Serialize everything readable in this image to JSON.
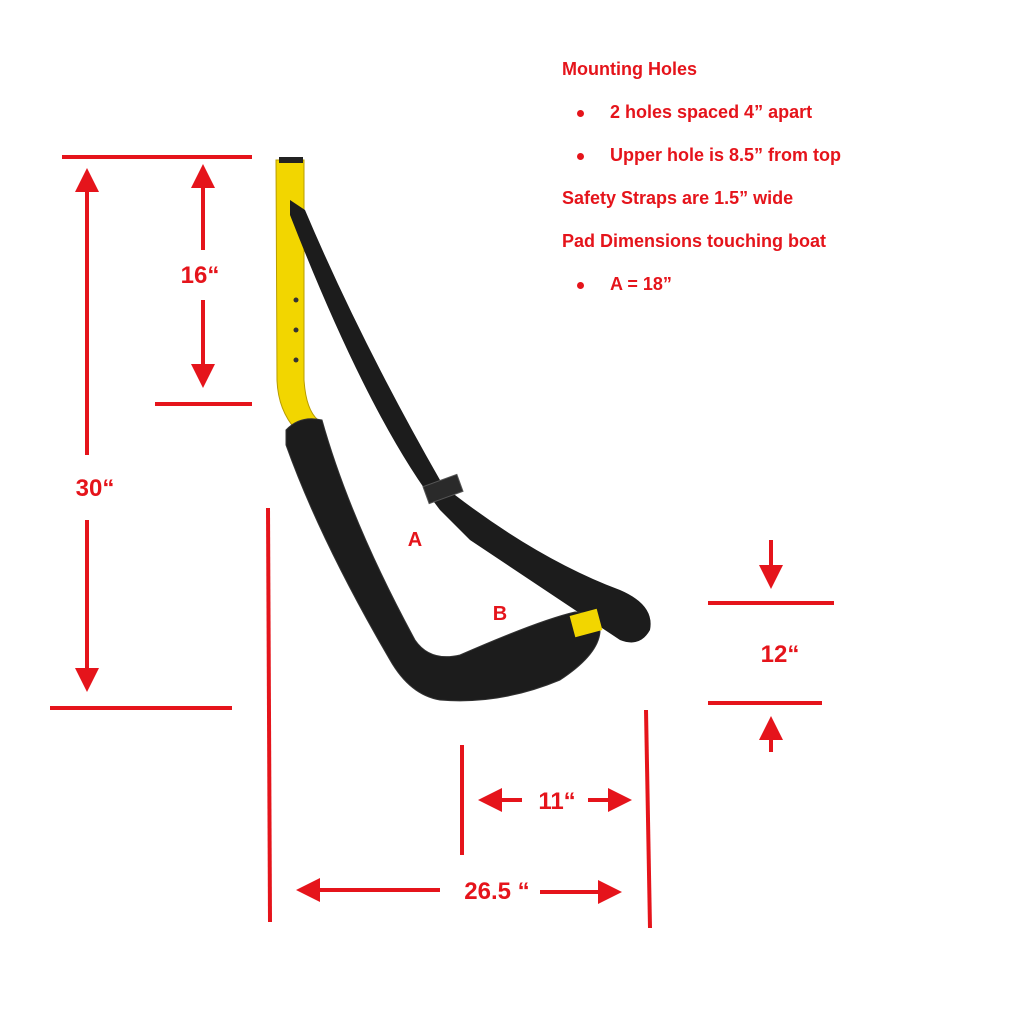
{
  "notes": {
    "heading": "Mounting Holes",
    "bullets1": [
      "2 holes spaced 4” apart",
      "Upper hole is 8.5” from top"
    ],
    "strap": "Safety Straps are 1.5” wide",
    "pad_heading": "Pad Dimensions touching boat",
    "bullets2": [
      "A = 18”"
    ]
  },
  "dimensions": {
    "top_height": "16“",
    "total_height": "30“",
    "arm_height": "12“",
    "arm_depth": "11“",
    "total_depth": "26.5 “"
  },
  "pad_labels": {
    "a": "A",
    "b": "B"
  },
  "colors": {
    "annotation": "#e5141b",
    "post": "#f2d600",
    "pad": "#1c1c1c"
  }
}
